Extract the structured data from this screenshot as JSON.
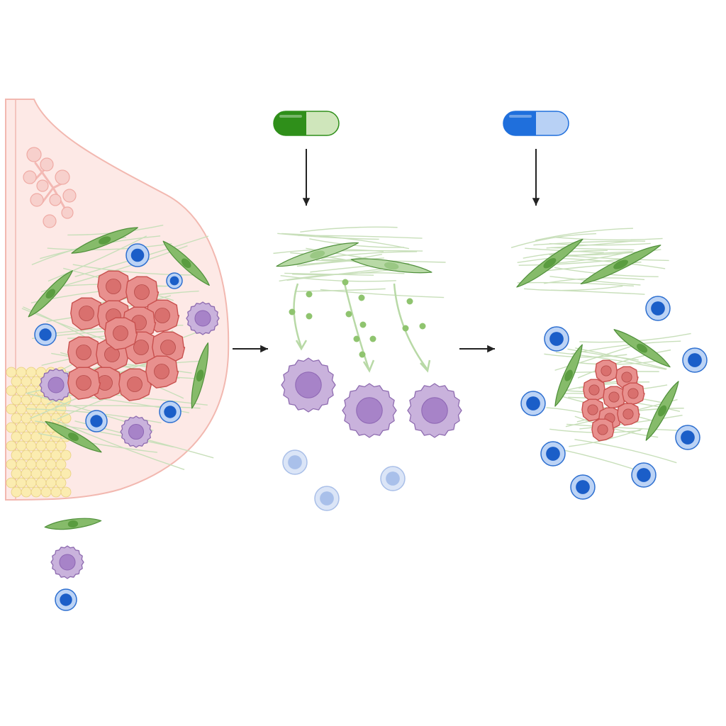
{
  "colors": {
    "background": "#ffffff",
    "tissue_fill": "#fde9e6",
    "tissue_outline": "#f2b8b0",
    "fat_fill": "#fbecb0",
    "fat_outline": "#e8cf80",
    "tumor_fill": "#e8908e",
    "tumor_outline": "#c8504e",
    "tumor_nucleus": "#d9706e",
    "fibroblast_fill": "#86bb6a",
    "fibroblast_outline": "#4f8f3a",
    "fibroblast_pale": "#b8d9a6",
    "fiber": "#c8dfba",
    "myeloid_fill": "#c9b2dc",
    "myeloid_outline": "#8e6bb0",
    "myeloid_nucleus": "#a783c8",
    "tcell_fill": "#bcd3f5",
    "tcell_outline": "#2d6fd0",
    "tcell_nucleus": "#1b5ec8",
    "tcell_pale_fill": "#dbe5f7",
    "tcell_pale_nucleus": "#a9c0ea",
    "drug1_dark": "#2f8f1a",
    "drug1_light": "#cfe6bb",
    "drug2_dark": "#1f6fdc",
    "drug2_light": "#b8d1f5",
    "arrow": "#222222",
    "signal_dot": "#8fc46f"
  },
  "panels": [
    {
      "id": "tumor-microenvironment",
      "cells": [
        "tumor-cell",
        "fibroblast",
        "myeloid-cell",
        "t-cell",
        "adipocyte"
      ]
    },
    {
      "id": "first-treatment",
      "drug_icon": "green-capsule-icon",
      "cells": [
        "fibroblast",
        "myeloid-cell",
        "t-cell-inactive"
      ]
    },
    {
      "id": "second-treatment",
      "drug_icon": "blue-capsule-icon",
      "cells": [
        "fibroblast",
        "t-cell",
        "tumor-cell"
      ]
    }
  ],
  "legend_icons": [
    "fibroblast-icon",
    "myeloid-cell-icon",
    "t-cell-icon"
  ]
}
